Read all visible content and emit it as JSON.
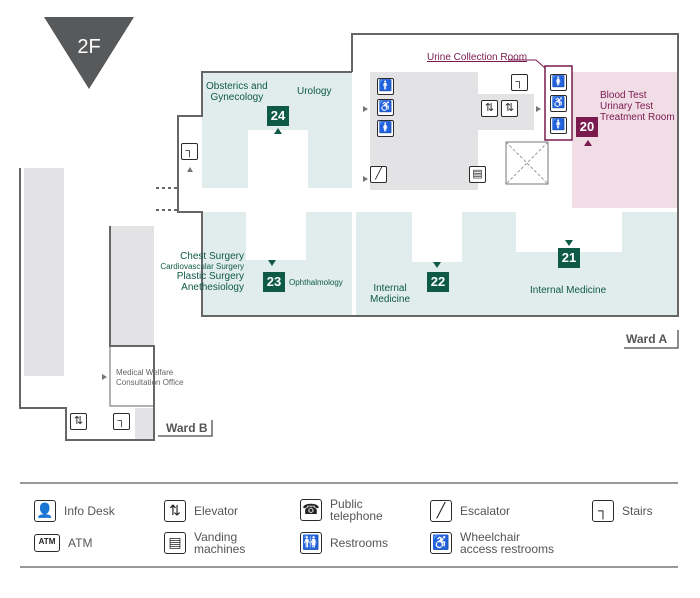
{
  "floor": {
    "label": "2F",
    "badge_color": "#58595b"
  },
  "colors": {
    "teal_area": "#e1ecec",
    "gray_area": "#e3e3e6",
    "pink_area": "#f1dde6",
    "wall": "#666666",
    "teal_text": "#0f5a47",
    "purple": "#7a1a4e"
  },
  "rooms": {
    "urine": "Urine Collection Room",
    "blood_test": "Blood Test",
    "urinary_test": "Urinary Test",
    "treatment": "Treatment Room",
    "obsterics": "Obsterics and",
    "gynecology": "Gynecology",
    "urology": "Urology",
    "chest": "Chest Surgery",
    "cardio": "Cardiovascular Surgery",
    "plastic": "Plastic Surgery",
    "anesth": "Anethesiology",
    "ophth": "Ophthalmology",
    "internal_a": "Internal",
    "internal_b": "Medicine",
    "internal_medicine": "Internal Medicine",
    "welfare_1": "Medical Welfare",
    "welfare_2": "Consultation Office"
  },
  "numbers": {
    "n20": "20",
    "n21": "21",
    "n22": "22",
    "n23": "23",
    "n24": "24"
  },
  "wards": {
    "a": "Ward A",
    "b": "Ward B"
  },
  "legend": {
    "info_desk": "Info Desk",
    "atm": "ATM",
    "atm_icon": "ATM",
    "elevator": "Elevator",
    "vending_1": "Vanding",
    "vending_2": "machines",
    "phone_1": "Public",
    "phone_2": "telephone",
    "restrooms": "Restrooms",
    "escalator": "Escalator",
    "wheelchair_1": "Wheelchair",
    "wheelchair_2": "access restrooms",
    "stairs": "Stairs"
  },
  "icons": [
    "info-desk-icon",
    "atm-icon",
    "elevator-icon",
    "vending-icon",
    "telephone-icon",
    "restroom-icon",
    "escalator-icon",
    "wheelchair-icon",
    "stairs-icon"
  ]
}
